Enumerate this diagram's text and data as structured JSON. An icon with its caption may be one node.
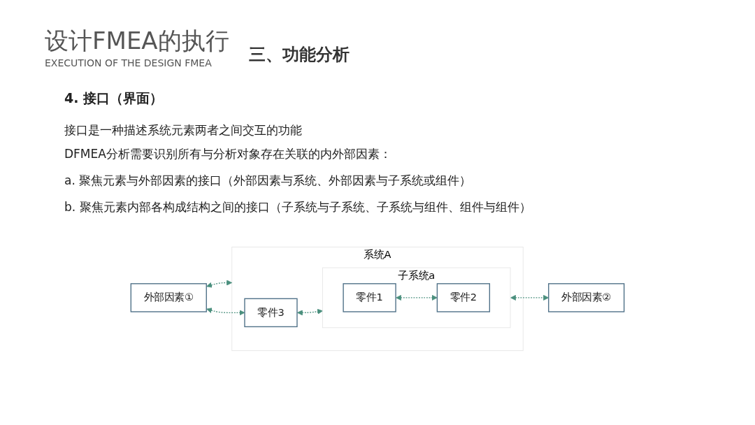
{
  "diagram": {
    "title": "设计FMEA的执行",
    "nodes": [
      {
        "text": [
          "外部因素①"
        ]
      },
      {
        "text": [
          "系统A"
        ]
      },
      {
        "text": [
          "零件3"
        ],
        "in": 1
      },
      {
        "text": [
          "子系统a"
        ],
        "in": 1
      },
      {
        "text": [
          "零件1"
        ],
        "in": 3
      },
      {
        "text": [
          "零件2"
        ],
        "in": 3
      },
      {
        "text": [
          "外部因素②"
        ]
      }
    ],
    "edges": [
      {
        "from": 0,
        "to": 1,
        "arrow": "both",
        "style": "dashed"
      },
      {
        "from": 0,
        "to": 2,
        "arrow": "both",
        "style": "dashed"
      },
      {
        "from": 2,
        "to": 3,
        "arrow": "both",
        "style": "dashed"
      },
      {
        "from": 4,
        "to": 5,
        "arrow": "both",
        "style": "dashed"
      },
      {
        "from": 3,
        "to": 6,
        "arrow": "both",
        "style": "dashed"
      }
    ],
    "labels": [
      "EXECUTION OF THE DESIGN FMEA",
      "三、功能分析",
      "4. 接口（界面）",
      "接口是一种描述系统元素两者之间交互的功能",
      "DFMEA分析需要识别所有与分析对象存在关联的内外部因素：",
      "a.  聚焦元素与外部因素的接口（外部因素与系统、外部因素与子系统或组件）",
      "b.  聚焦元素内部各构成结构之间的接口（子系统与子系统、子系统与组件、组件与组件）"
    ]
  }
}
